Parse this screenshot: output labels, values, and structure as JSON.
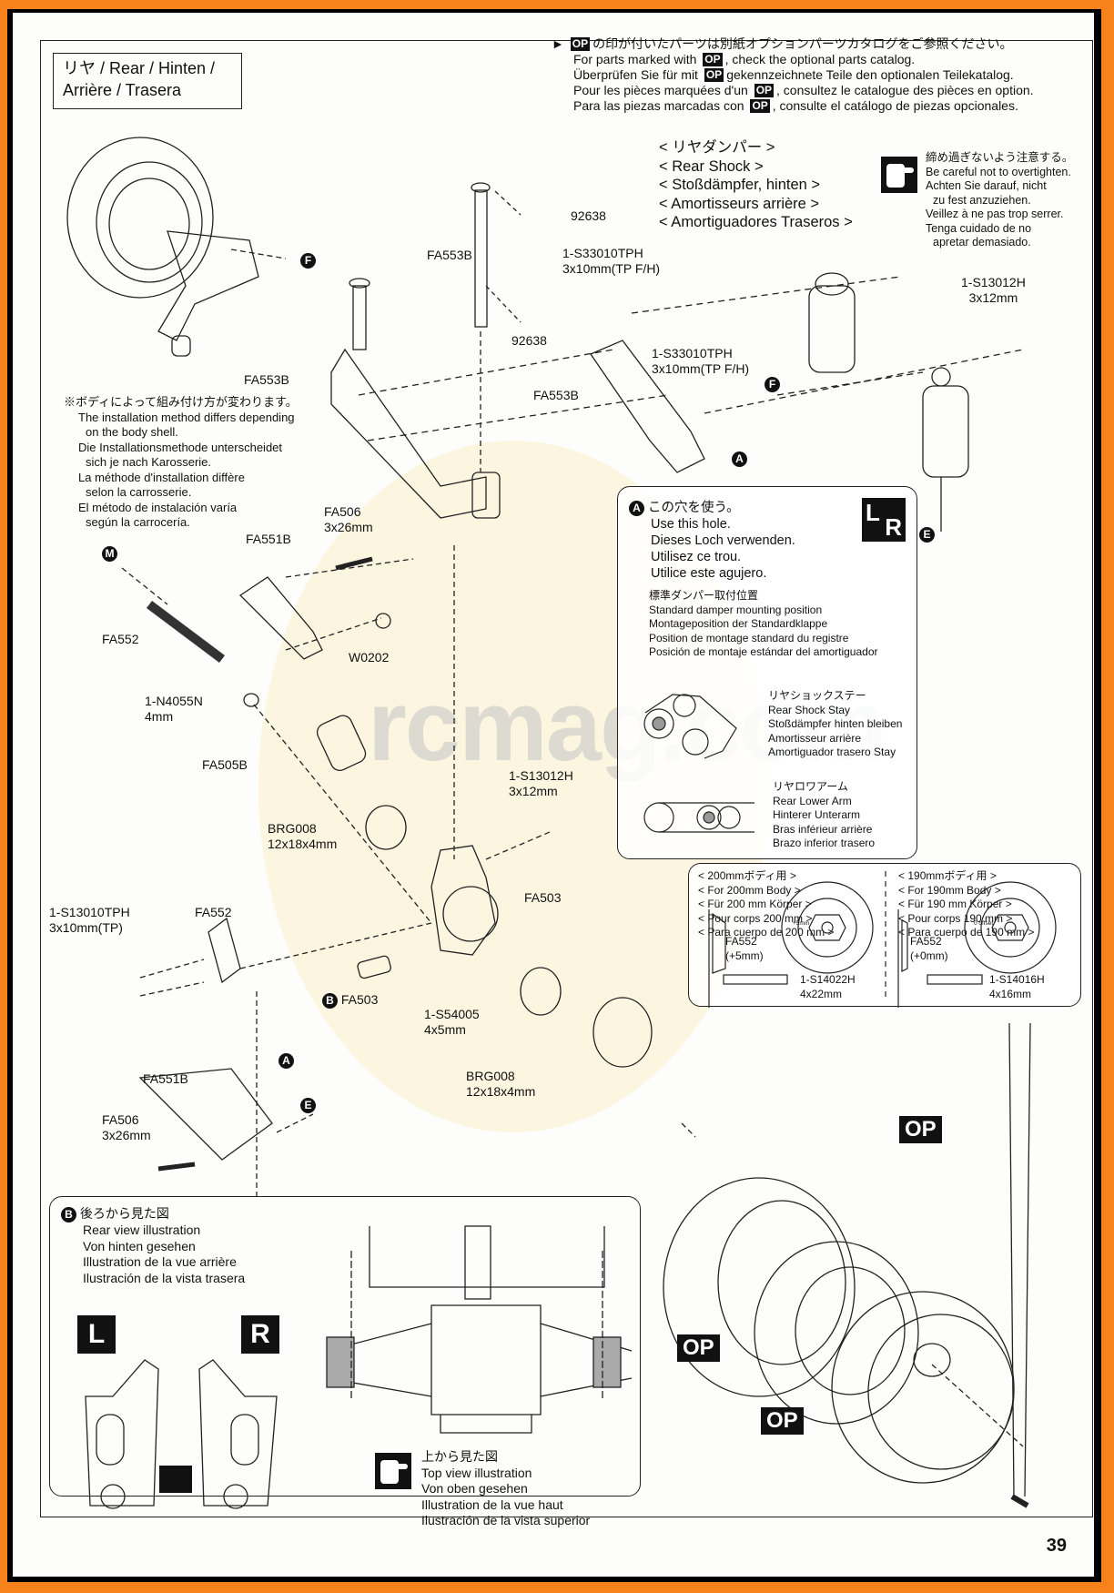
{
  "title": {
    "line1": "リヤ /  Rear / Hinten /",
    "line2": "Arrière / Trasera"
  },
  "op_note": {
    "badge": "OP",
    "jp": "の印が付いたパーツは別紙オプションパーツカタログをご参照ください。",
    "en_pre": "For parts marked with",
    "en_post": ", check the optional parts catalog.",
    "de_pre": "Überprüfen Sie für mit",
    "de_post": "gekennzeichnete Teile den optionalen Teilekatalog.",
    "fr_pre": "Pour les pièces marquées d'un",
    "fr_post": ", consultez le catalogue des pièces en option.",
    "es_pre": "Para las piezas marcadas con",
    "es_post": ", consulte el catálogo de piezas opcionales."
  },
  "rear_shock": [
    "< リヤダンパー >",
    "< Rear Shock >",
    "< Stoßdämpfer, hinten >",
    "< Amortisseurs arrière >",
    "< Amortiguadores Traseros >"
  ],
  "caution": [
    "締め過ぎないよう注意する。",
    "Be careful not to overtighten.",
    "Achten Sie darauf, nicht",
    "zu fest anzuziehen.",
    "Veillez à ne pas trop serrer.",
    "Tenga cuidado de no",
    "apretar demasiado."
  ],
  "body_note": [
    "※ボディによって組み付け方が変わります。",
    "The installation method differs depending",
    "on the body shell.",
    "Die Installationsmethode unterscheidet",
    "sich je nach Karosserie.",
    "La méthode d'installation diffère",
    "selon la carrosserie.",
    "El método de instalación varía",
    "según la carrocería."
  ],
  "parts": {
    "p92638a": "92638",
    "p92638b": "92638",
    "fa553b_post": "FA553B",
    "fa553b_stay": "FA553B",
    "fa553b_plate": "FA553B",
    "s33010_a_1": "1-S33010TPH",
    "s33010_a_2": "3x10mm(TP F/H)",
    "s33010_b_1": "1-S33010TPH",
    "s33010_b_2": "3x10mm(TP F/H)",
    "s13012_top_1": "1-S13012H",
    "s13012_top_2": "3x12mm",
    "fa506_top_1": "FA506",
    "fa506_top_2": "3x26mm",
    "fa551b_top": "FA551B",
    "fa552_shaft": "FA552",
    "w0202": "W0202",
    "n4055_1": "1-N4055N",
    "n4055_2": "4mm",
    "fa505b": "FA505B",
    "brg_top_1": "BRG008",
    "brg_top_2": "12x18x4mm",
    "s13012_mid_1": "1-S13012H",
    "s13012_mid_2": "3x12mm",
    "fa503": "FA503",
    "s13010_1": "1-S13010TPH",
    "s13010_2": "3x10mm(TP)",
    "fa552_hub": "FA552",
    "fa503_b": "FA503",
    "s54005_1": "1-S54005",
    "s54005_2": "4x5mm",
    "brg_bot_1": "BRG008",
    "brg_bot_2": "12x18x4mm",
    "fa551b_bot": "FA551B",
    "fa506_bot_1": "FA506",
    "fa506_bot_2": "3x26mm"
  },
  "markers": {
    "f1": "F",
    "f2": "F",
    "a1": "A",
    "a2": "A",
    "e1": "E",
    "e2": "E",
    "m": "M",
    "b": "B"
  },
  "hole_box": {
    "marker": "A",
    "lines": [
      "この穴を使う。",
      "Use this hole.",
      "Dieses Loch verwenden.",
      "Utilisez ce trou.",
      "Utilice este agujero."
    ],
    "std": [
      "標準ダンパー取付位置",
      "Standard damper mounting position",
      "Montageposition der Standardklappe",
      "Position de montage standard du registre",
      "Posición de montaje estándar del amortiguador"
    ],
    "stay": [
      "リヤショックステー",
      "Rear Shock Stay",
      "Stoßdämpfer hinten bleiben",
      "Amortisseur arrière",
      "Amortiguador trasero Stay"
    ],
    "arm": [
      "リヤロワアーム",
      "Rear Lower Arm",
      "Hinterer Unterarm",
      "Bras inférieur arrière",
      "Brazo inferior trasero"
    ],
    "lr_l": "L",
    "lr_r": "R"
  },
  "body_box": {
    "left": [
      "< 200mmボディ用 >",
      "< For 200mm Body >",
      "< Für 200 mm Körper >",
      "< Pour corps 200 mm >",
      "< Para cuerpo de 200 mm >"
    ],
    "right": [
      "< 190mmボディ用 >",
      "< For 190mm Body >",
      "< Für 190 mm Körper >",
      "< Pour corps 190 mm >",
      "< Para cuerpo de 190 mm >"
    ],
    "left_part_1": "FA552",
    "left_part_2": "(+5mm)",
    "left_hex": "+5mm",
    "left_screw_1": "1-S14022H",
    "left_screw_2": "4x22mm",
    "right_part_1": "FA552",
    "right_part_2": "(+0mm)",
    "right_hex": "0 offset",
    "right_screw_1": "1-S14016H",
    "right_screw_2": "4x16mm"
  },
  "rear_view": {
    "marker": "B",
    "lines": [
      "後ろから見た図",
      "Rear view illustration",
      "Von hinten gesehen",
      "Illustration de la vue arrière",
      "Ilustración de la vista trasera"
    ],
    "l": "L",
    "r": "R"
  },
  "top_view": [
    "上から見た図",
    "Top view illustration",
    "Von oben gesehen",
    "Illustration de la vue haut",
    "Ilustración de la vista superior"
  ],
  "op_labels": [
    "OP",
    "OP",
    "OP"
  ],
  "watermark": "rcmag.com",
  "page_number": "39"
}
